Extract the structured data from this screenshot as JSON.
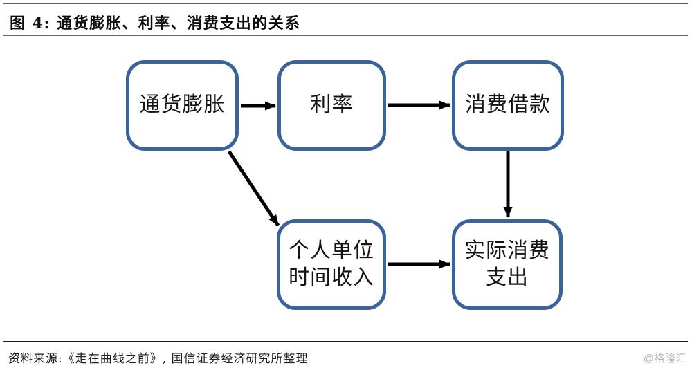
{
  "title": "图 4: 通货膨胀、利率、消费支出的关系",
  "diagram": {
    "nodes": [
      {
        "id": "inflation",
        "label": "通货膨胀"
      },
      {
        "id": "interest-rate",
        "label": "利率"
      },
      {
        "id": "consumer-borrowing",
        "label": "消费借款"
      },
      {
        "id": "personal-income",
        "label": "个人单位\n时间收入"
      },
      {
        "id": "actual-spending",
        "label": "实际消费\n支出"
      }
    ],
    "edges": [
      {
        "from": "inflation",
        "to": "interest-rate"
      },
      {
        "from": "interest-rate",
        "to": "consumer-borrowing"
      },
      {
        "from": "inflation",
        "to": "personal-income"
      },
      {
        "from": "consumer-borrowing",
        "to": "actual-spending"
      },
      {
        "from": "personal-income",
        "to": "actual-spending"
      }
    ]
  },
  "footer": {
    "source": "资料来源:《走在曲线之前》, 国信证券经济研究所整理",
    "watermark": "@格隆汇"
  },
  "colors": {
    "node_border": "#3a6399",
    "arrow": "#000000",
    "watermark": "#bdb4b4",
    "rule": "#666666"
  }
}
